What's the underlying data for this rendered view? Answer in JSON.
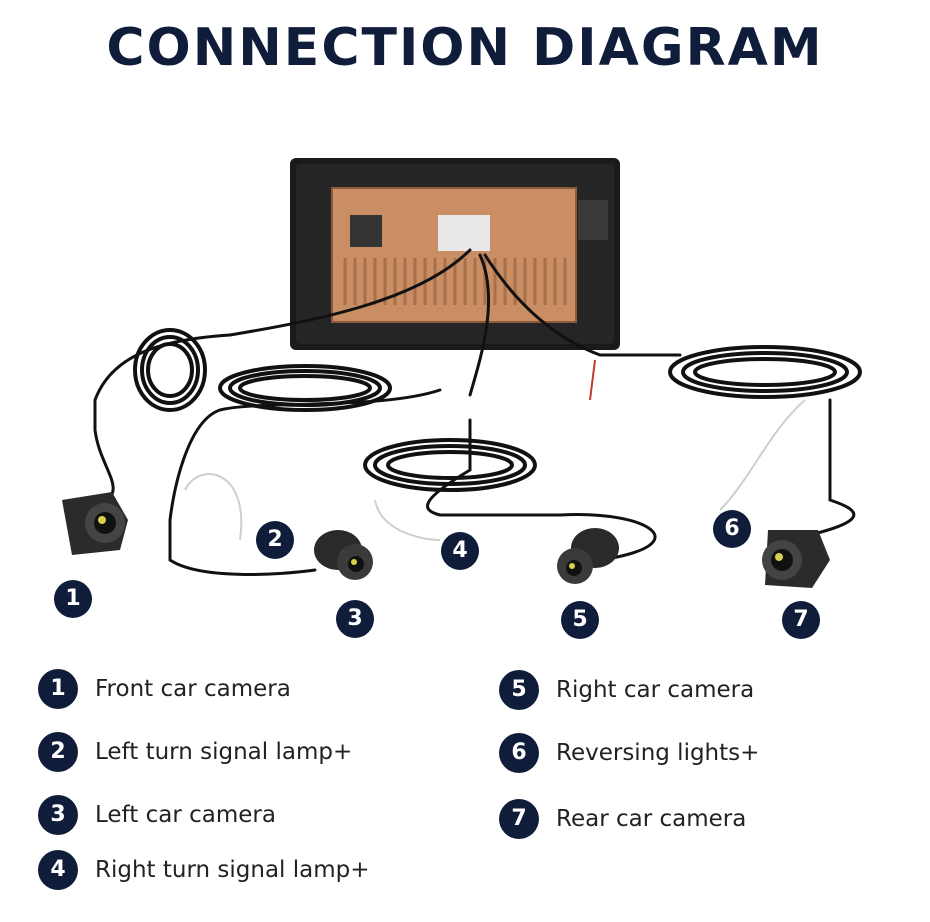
{
  "title": "CONNECTION DIAGRAM",
  "badges": [
    "1",
    "2",
    "3",
    "4",
    "5",
    "6",
    "7"
  ],
  "legend": [
    {
      "num": "1",
      "label": "Front car camera"
    },
    {
      "num": "2",
      "label": "Left turn signal lamp+"
    },
    {
      "num": "3",
      "label": "Left car camera"
    },
    {
      "num": "4",
      "label": "Right turn signal lamp+"
    },
    {
      "num": "5",
      "label": "Right car camera"
    },
    {
      "num": "6",
      "label": "Reversing lights+"
    },
    {
      "num": "7",
      "label": "Rear car camera"
    }
  ],
  "colors": {
    "accent": "#0f1d3a",
    "panel": "#c98e63",
    "cable": "#111111"
  }
}
